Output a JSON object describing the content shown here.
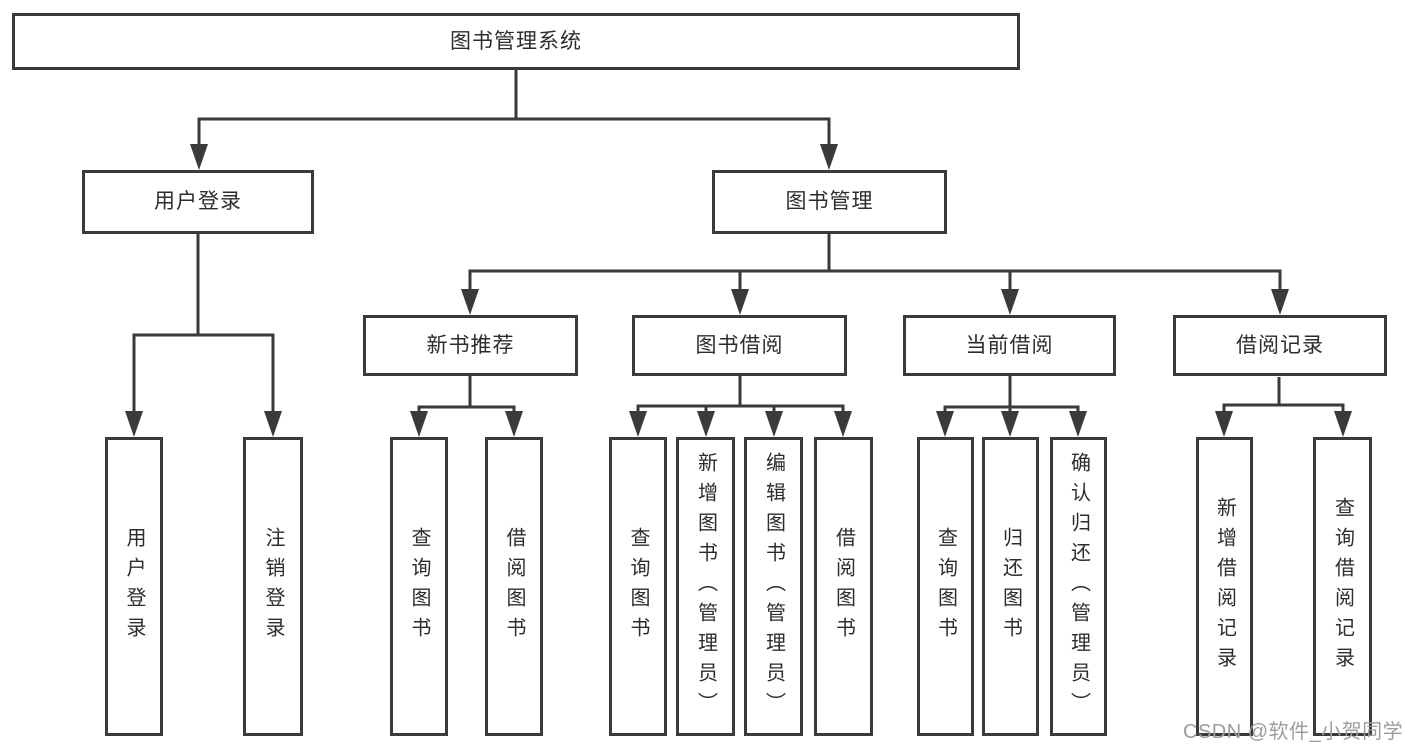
{
  "tree": {
    "root": {
      "label": "图书管理系统",
      "children": [
        {
          "label": "用户登录",
          "children": [
            {
              "label": "用户登录"
            },
            {
              "label": "注销登录"
            }
          ]
        },
        {
          "label": "图书管理",
          "children": [
            {
              "label": "新书推荐",
              "children": [
                {
                  "label": "查询图书"
                },
                {
                  "label": "借阅图书"
                }
              ]
            },
            {
              "label": "图书借阅",
              "children": [
                {
                  "label": "查询图书"
                },
                {
                  "label": "新增图书（管理员）"
                },
                {
                  "label": "编辑图书（管理员）"
                },
                {
                  "label": "借阅图书"
                }
              ]
            },
            {
              "label": "当前借阅",
              "children": [
                {
                  "label": "查询图书"
                },
                {
                  "label": "归还图书"
                },
                {
                  "label": "确认归还（管理员）"
                }
              ]
            },
            {
              "label": "借阅记录",
              "children": [
                {
                  "label": "新增借阅记录"
                },
                {
                  "label": "查询借阅记录"
                }
              ]
            }
          ]
        }
      ]
    }
  },
  "watermark": {
    "text": "CSDN @软件_小贺同学"
  },
  "colors": {
    "line": "#3a3a3a",
    "box_border": "#3a3a3a",
    "text": "#2d2d2d",
    "watermark": "#9d9d9d",
    "background": "#ffffff"
  }
}
